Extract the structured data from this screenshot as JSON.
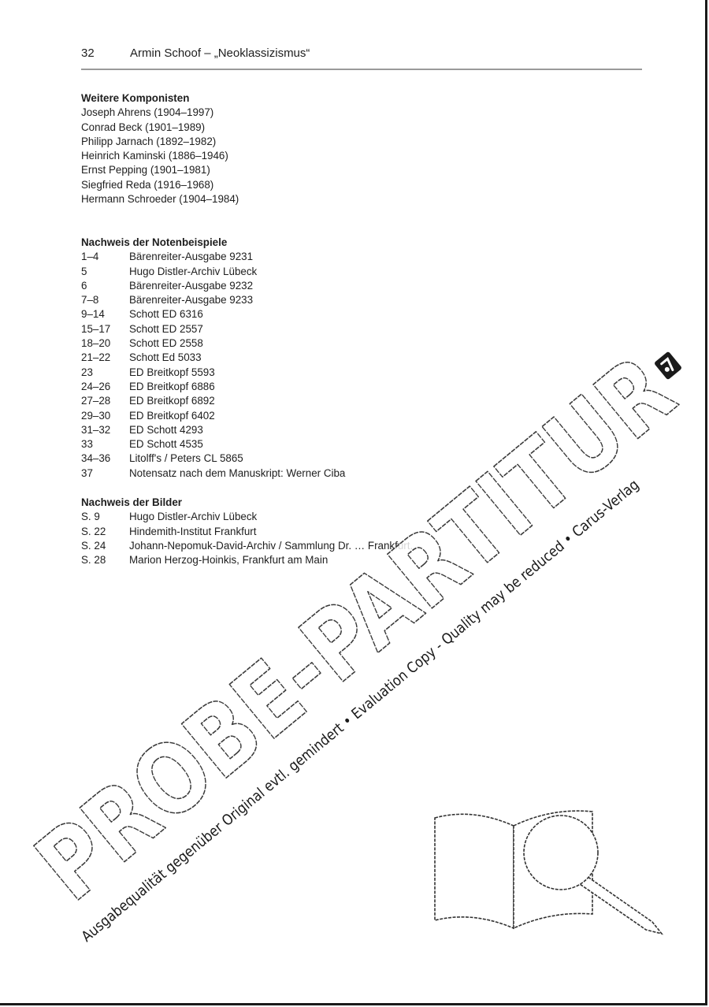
{
  "header": {
    "page_number": "32",
    "running_title": "Armin Schoof – „Neoklassizismus“"
  },
  "composers": {
    "heading": "Weitere Komponisten",
    "items": [
      "Joseph Ahrens (1904–1997)",
      "Conrad Beck (1901–1989)",
      "Philipp Jarnach (1892–1982)",
      "Heinrich Kaminski (1886–1946)",
      "Ernst Pepping (1901–1981)",
      "Siegfried Reda (1916–1968)",
      "Hermann Schroeder (1904–1984)"
    ]
  },
  "music_examples": {
    "heading": "Nachweis der Notenbeispiele",
    "rows": [
      {
        "num": "1–4",
        "source": "Bärenreiter-Ausgabe 9231"
      },
      {
        "num": "5",
        "source": "Hugo Distler-Archiv Lübeck"
      },
      {
        "num": "6",
        "source": "Bärenreiter-Ausgabe 9232"
      },
      {
        "num": "7–8",
        "source": "Bärenreiter-Ausgabe 9233"
      },
      {
        "num": "9–14",
        "source": "Schott ED 6316"
      },
      {
        "num": "15–17",
        "source": "Schott ED 2557"
      },
      {
        "num": "18–20",
        "source": "Schott ED 2558"
      },
      {
        "num": "21–22",
        "source": "Schott Ed 5033"
      },
      {
        "num": "23",
        "source": "ED Breitkopf 5593"
      },
      {
        "num": "24–26",
        "source": "ED Breitkopf 6886"
      },
      {
        "num": "27–28",
        "source": "ED Breitkopf 6892"
      },
      {
        "num": "29–30",
        "source": "ED Breitkopf 6402"
      },
      {
        "num": "31–32",
        "source": "ED Schott 4293"
      },
      {
        "num": "33",
        "source": "ED Schott 4535"
      },
      {
        "num": "34–36",
        "source": "Litolff's / Peters CL 5865"
      },
      {
        "num": "37",
        "source": "Notensatz nach dem Manuskript: Werner Ciba"
      }
    ]
  },
  "images": {
    "heading": "Nachweis der Bilder",
    "rows": [
      {
        "num": "S. 9",
        "source": "Hugo Distler-Archiv Lübeck"
      },
      {
        "num": "S. 22",
        "source": "Hindemith-Institut Frankfurt"
      },
      {
        "num": "S. 24",
        "source": "Johann-Nepomuk-David-Archiv / Sammlung Dr. … Frankfurt."
      },
      {
        "num": "S. 28",
        "source": "Marion Herzog-Hoinkis, Frankfurt am Main"
      }
    ]
  },
  "watermark": {
    "main": "PROBE-PARTITUR",
    "notice": "Ausgabequalität gegenüber Original evtl. gemindert • Evaluation Copy - Quality may be reduced • Carus-Verlag",
    "logo_icon": "carus-logo-icon",
    "illustration": "book-magnifier-icon"
  }
}
